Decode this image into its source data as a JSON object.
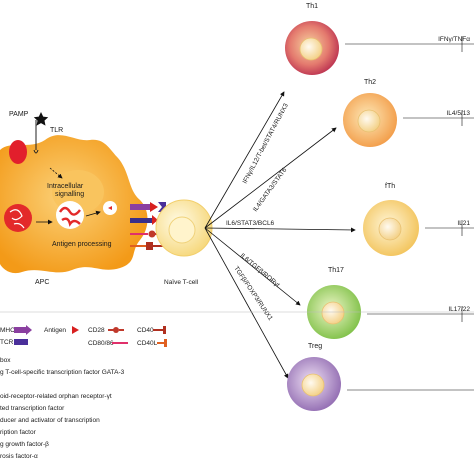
{
  "apc": {
    "label": "APC",
    "pamp": "PAMP",
    "tlr": "TLR",
    "intracellular": "Intracellular signalling",
    "intracellular_line1": "Intracellular",
    "intracellular_line2": "signalling",
    "antigen_processing": "Antigen processing"
  },
  "naive": {
    "label": "Naïve T-cell"
  },
  "subsets": [
    {
      "name": "Th1",
      "pathway": "IFNγ/IL12/T-bet/STAT4/RUNX3",
      "output": "IFNγ/TNFα",
      "color": "#c8405a"
    },
    {
      "name": "Th2",
      "pathway": "IL4/GATA3/STAT6",
      "output": "IL4/5/13",
      "color": "#f0a050"
    },
    {
      "name": "fTh",
      "pathway": "IL6/STAT3/BCL6",
      "output": "IL21",
      "color": "#f5c860"
    },
    {
      "name": "Th17",
      "pathway": "IL6/TGFβ/RORγt",
      "output": "IL17/22",
      "color": "#8ec850"
    },
    {
      "name": "Treg",
      "pathway": "TGFβ/FOXP3/RUNX1",
      "output": "",
      "color": "#9a78b8"
    }
  ],
  "legend": {
    "mhc": "MHC",
    "tcr": "TCR",
    "antigen": "Antigen",
    "cd28": "CD28",
    "cd80_86": "CD80/86",
    "cd40": "CD40",
    "cd40l": "CD40L"
  },
  "abbreviations": [
    "box",
    "g T-cell-specific transcription factor GATA-3",
    "",
    "oid-receptor-related orphan receptor-γt",
    "ted transcription factor",
    "ducer and activator of transcription",
    "ription factor",
    "g growth factor-β",
    "rosis factor-α"
  ],
  "colors": {
    "apc_fill": "#f7a623",
    "apc_inner": "#f9c25a",
    "naive_fill": "#fde9a8",
    "mhc": "#8a3fa0",
    "tcr": "#4a2f9a",
    "antigen": "#d82020",
    "cd28": "#c0392b",
    "cd80_86": "#e0306a",
    "cd40": "#b03020",
    "cd40l": "#e06020"
  }
}
